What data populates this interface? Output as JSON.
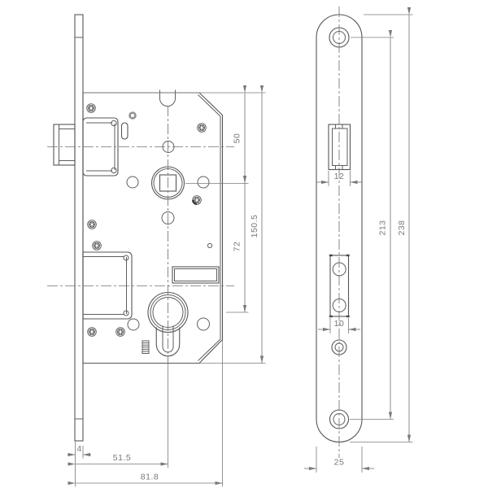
{
  "dims": {
    "top_to_follower": "50",
    "follower_to_cylinder": "72",
    "case_height": "150.5",
    "plate_thickness": "4",
    "backset": "51.5",
    "case_depth": "81.8",
    "latch_cutout_width": "12",
    "bolt_cutout_width": "10",
    "screw_hole_centers": "213",
    "plate_height": "238",
    "plate_width": "25"
  },
  "colors": {
    "background": "#ffffff",
    "object_line": "#565656",
    "dimension_line": "#7a7a7a",
    "dimension_text": "#787878"
  }
}
